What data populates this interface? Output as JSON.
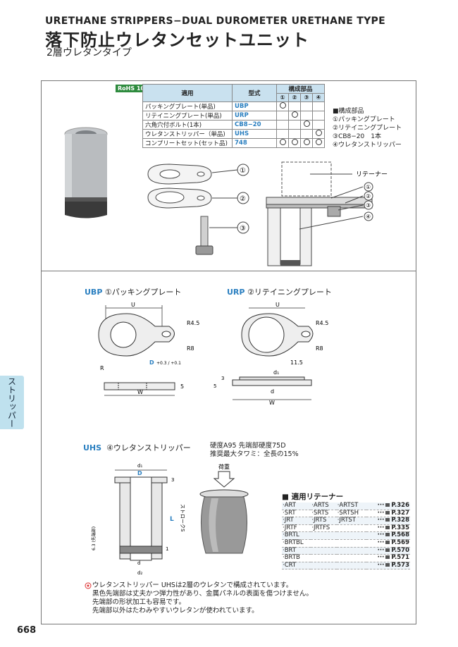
{
  "header": {
    "title_en": "URETHANE STRIPPERS−DUAL DUROMETER URETHANE TYPE",
    "title_jp": "落下防止ウレタンセットユニット",
    "subtitle": "2層ウレタンタイプ"
  },
  "rohs": "RoHS 10",
  "components_table": {
    "headers": {
      "use": "適用",
      "type": "型式",
      "parts": "構成部品"
    },
    "part_numbers": [
      "①",
      "②",
      "③",
      "④"
    ],
    "rows": [
      {
        "use": "パッキングプレート(単品)",
        "type": "UBP",
        "marks": [
          true,
          false,
          false,
          false
        ]
      },
      {
        "use": "リテイニングプレート(単品)",
        "type": "URP",
        "marks": [
          false,
          true,
          false,
          false
        ]
      },
      {
        "use": "六角穴付ボルト(1本)",
        "type": "CB8−20",
        "marks": [
          false,
          false,
          true,
          false
        ]
      },
      {
        "use": "ウレタンストリッパー（単品)",
        "type": "UHS",
        "marks": [
          false,
          false,
          false,
          true
        ]
      },
      {
        "use": "コンプリートセット(セット品)",
        "type": "748",
        "marks": [
          true,
          true,
          true,
          true
        ]
      }
    ]
  },
  "legend": {
    "title": "■構成部品",
    "items": [
      "①パッキングプレート",
      "②リテイニングプレート",
      "③CB8−20　1本",
      "④ウレタンストリッパー"
    ]
  },
  "assembly": {
    "retainer_label": "リテーナー",
    "callouts": [
      "①",
      "②",
      "③",
      "④"
    ]
  },
  "ubp": {
    "code": "UBP",
    "name": "①パッキングプレート",
    "dims": {
      "u": "U",
      "r45": "R4.5",
      "r8": "R8",
      "r": "R",
      "d": "D",
      "tol": "+0.3 / +0.1",
      "w": "W",
      "t": "5"
    }
  },
  "urp": {
    "code": "URP",
    "name": "②リテイニングプレート",
    "dims": {
      "u": "U",
      "r45": "R4.5",
      "r8": "R8",
      "d1": "d₁",
      "d": "d",
      "w": "W",
      "t115": "11.5",
      "t3": "3",
      "t5": "5"
    }
  },
  "uhs": {
    "code": "UHS",
    "name": "④ウレタンストリッパー",
    "dims": {
      "d1": "d₁",
      "D": "D",
      "three": "3",
      "stroke": "ストロークS",
      "L": "L",
      "h": "6.3\n(先端部)",
      "one": "1",
      "d": "d",
      "d2": "d₂"
    },
    "notes": [
      "硬度A95 先端部硬度75D",
      "推奨最大タワミ：全長の15%"
    ],
    "load_label": "荷重"
  },
  "retainers": {
    "title": "■ 適用リテーナー",
    "rows": [
      {
        "items": [
          "·ART",
          "·ARTS",
          "·ARTST"
        ],
        "page": "P.326"
      },
      {
        "items": [
          "·SRT",
          "·SRTS",
          "·SRTSH"
        ],
        "page": "P.327"
      },
      {
        "items": [
          "·JRT",
          "·JRTS",
          "·JRTST"
        ],
        "page": "P.328"
      },
      {
        "items": [
          "·JRTF",
          "·JRTFS",
          ""
        ],
        "page": "P.335"
      },
      {
        "items": [
          "·BRTL",
          "",
          ""
        ],
        "page": "P.568"
      },
      {
        "items": [
          "·BRTBL",
          "",
          ""
        ],
        "page": "P.569"
      },
      {
        "items": [
          "·BRT",
          "",
          ""
        ],
        "page": "P.570"
      },
      {
        "items": [
          "·BRTB",
          "",
          ""
        ],
        "page": "P.571"
      },
      {
        "items": [
          "·CRT",
          "",
          ""
        ],
        "page": "P.573"
      }
    ],
    "page_prefix": "···"
  },
  "footnote": {
    "lines": [
      "ウレタンストリッパー UHSは2層のウレタンで構成されています。",
      "黒色先端部は丈夫かつ弾力性があり、金属パネルの表面を傷つけません。",
      "先端部の形状加工も容易です。",
      "先端部以外はたわみやすいウレタンが使われています。"
    ]
  },
  "side_tab": "ストリッパー",
  "page_number": "668"
}
